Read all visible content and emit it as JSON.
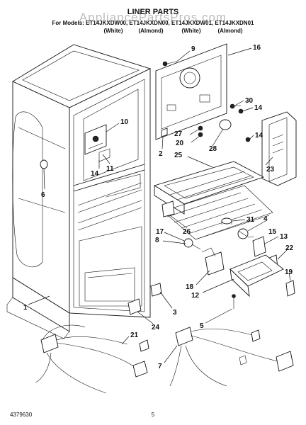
{
  "watermark": "AppliancePartsPros.com",
  "header": {
    "title": "LINER PARTS",
    "models": "For Models: ET14JKXDW00, ET14JKXDN00, ET14JKXDW01, ET14JKXDN01",
    "variants": [
      "(White)",
      "(Almond)",
      "(White)",
      "(Almond)"
    ]
  },
  "labels": [
    {
      "id": "9",
      "text": "9"
    },
    {
      "id": "16",
      "text": "16"
    },
    {
      "id": "30",
      "text": "30"
    },
    {
      "id": "14a",
      "text": "14"
    },
    {
      "id": "10",
      "text": "10"
    },
    {
      "id": "27",
      "text": "27"
    },
    {
      "id": "20",
      "text": "20"
    },
    {
      "id": "14b",
      "text": "14"
    },
    {
      "id": "2",
      "text": "2"
    },
    {
      "id": "28",
      "text": "28"
    },
    {
      "id": "11",
      "text": "11"
    },
    {
      "id": "14c",
      "text": "14"
    },
    {
      "id": "25",
      "text": "25"
    },
    {
      "id": "23",
      "text": "23"
    },
    {
      "id": "6",
      "text": "6"
    },
    {
      "id": "31",
      "text": "31"
    },
    {
      "id": "4",
      "text": "4"
    },
    {
      "id": "26",
      "text": "26"
    },
    {
      "id": "13",
      "text": "13"
    },
    {
      "id": "17",
      "text": "17"
    },
    {
      "id": "15",
      "text": "15"
    },
    {
      "id": "8",
      "text": "8"
    },
    {
      "id": "22",
      "text": "22"
    },
    {
      "id": "18",
      "text": "18"
    },
    {
      "id": "19",
      "text": "19"
    },
    {
      "id": "12",
      "text": "12"
    },
    {
      "id": "1",
      "text": "1"
    },
    {
      "id": "3",
      "text": "3"
    },
    {
      "id": "5",
      "text": "5"
    },
    {
      "id": "24",
      "text": "24"
    },
    {
      "id": "21",
      "text": "21"
    },
    {
      "id": "7",
      "text": "7"
    }
  ],
  "footer": {
    "part_number": "4379630",
    "page": "5"
  }
}
